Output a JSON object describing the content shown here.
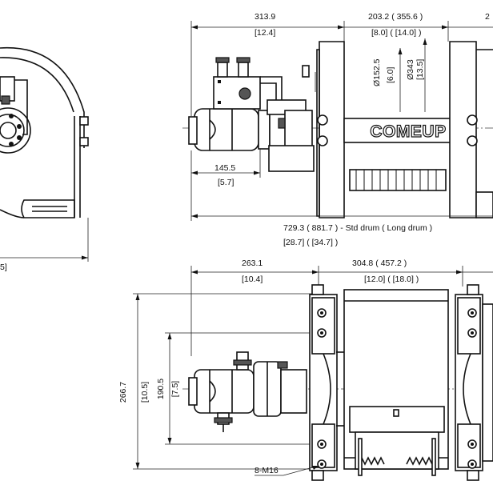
{
  "drawing": {
    "brand_label": "COMEUP",
    "top_view": {
      "dim_overall_left": "313.9",
      "dim_overall_left_in": "[12.4]",
      "dim_drum_length": "203.2 ( 355.6 )",
      "dim_drum_length_in": "[8.0] ( [14.0] )",
      "dim_right_partial": "2",
      "dim_drum_dia": "Ø152.5",
      "dim_drum_dia_in": "[6.0]",
      "dim_flange_dia": "Ø343",
      "dim_flange_dia_in": "[13.5]",
      "dim_motor_offset": "145.5",
      "dim_motor_offset_in": "[5.7]",
      "dim_total_length": "729.3 ( 881.7 ) - Std drum ( Long drum )",
      "dim_total_length_in": "[28.7] ( [34.7] )"
    },
    "bottom_view": {
      "dim_left": "263.1",
      "dim_left_in": "[10.4]",
      "dim_drum": "304.8 ( 457.2 )",
      "dim_drum_in": "[12.0] ( [18.0] )",
      "dim_height": "266.7",
      "dim_height_in": "[10.5]",
      "dim_bolt_spacing": "190.5",
      "dim_bolt_spacing_in": "[7.5]",
      "bolt_callout": "8-M16"
    },
    "side_view": {
      "dim_left_partial": "5]"
    }
  }
}
